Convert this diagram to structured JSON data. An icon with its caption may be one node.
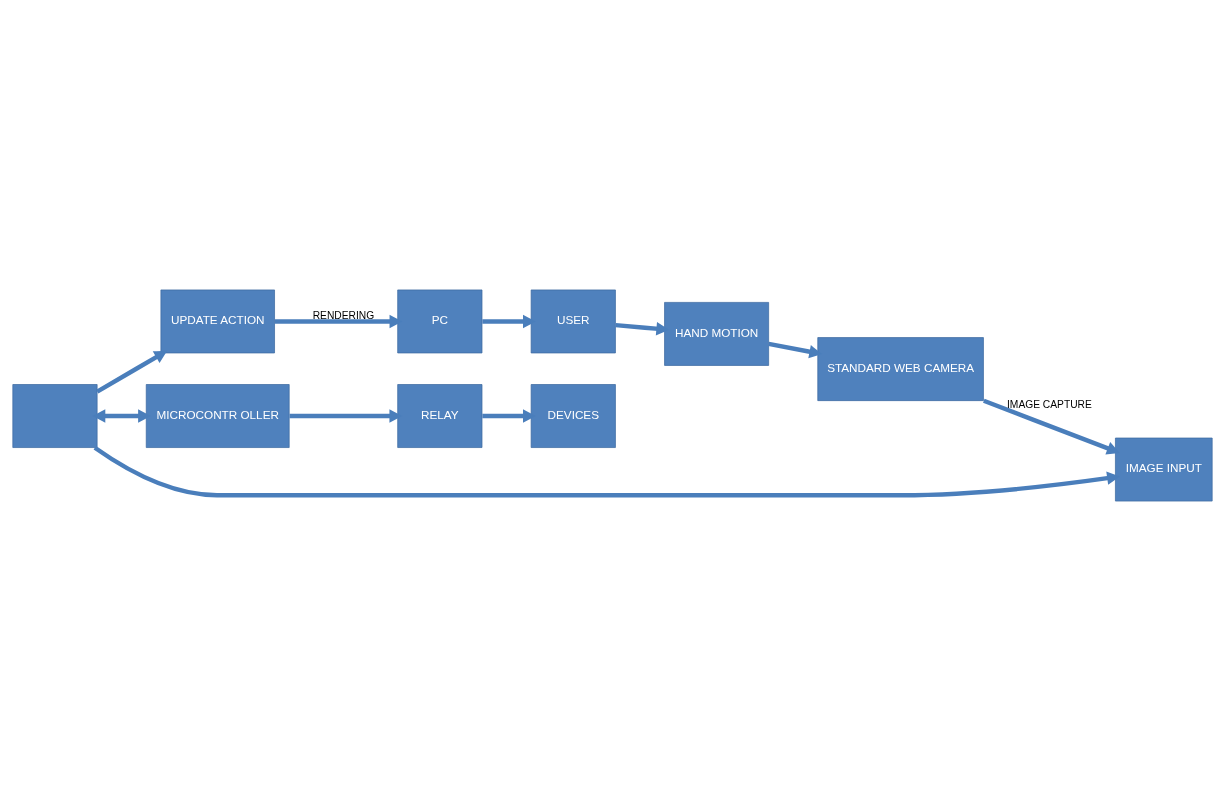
{
  "diagram": {
    "nodes": [
      {
        "text": [
          "USER"
        ]
      },
      {
        "text": [
          "PC"
        ]
      },
      {
        "text": [
          "UPDATE ACTION"
        ]
      },
      {
        "text": [
          "HAND MOTION"
        ]
      },
      {
        "text": [
          "STANDARD WEB CAMERA"
        ]
      },
      {
        "text": [],
        "shape": "box"
      },
      {
        "text": [
          "MICROCONTR OLLER"
        ]
      },
      {
        "text": [
          "IMAGE INPUT"
        ]
      },
      {
        "text": [
          "RELAY"
        ]
      },
      {
        "text": [
          "DEVICES"
        ]
      }
    ],
    "edges": [
      {
        "from": 1,
        "to": 0,
        "arrow": "to"
      },
      {
        "from": 2,
        "to": 1,
        "arrow": "to",
        "label": "RENDERING"
      },
      {
        "from": 0,
        "to": 3,
        "arrow": "to"
      },
      {
        "from": 3,
        "to": 4,
        "arrow": "to"
      },
      {
        "from": 4,
        "to": 7,
        "arrow": "to",
        "label": "IMAGE CAPTURE"
      },
      {
        "from": 5,
        "to": 2,
        "arrow": "to"
      },
      {
        "from": 5,
        "to": 6,
        "arrow": "both"
      },
      {
        "from": 5,
        "to": 7,
        "arrow": "to"
      },
      {
        "from": 6,
        "to": 8,
        "arrow": "to"
      },
      {
        "from": 8,
        "to": 9,
        "arrow": "to"
      }
    ]
  }
}
